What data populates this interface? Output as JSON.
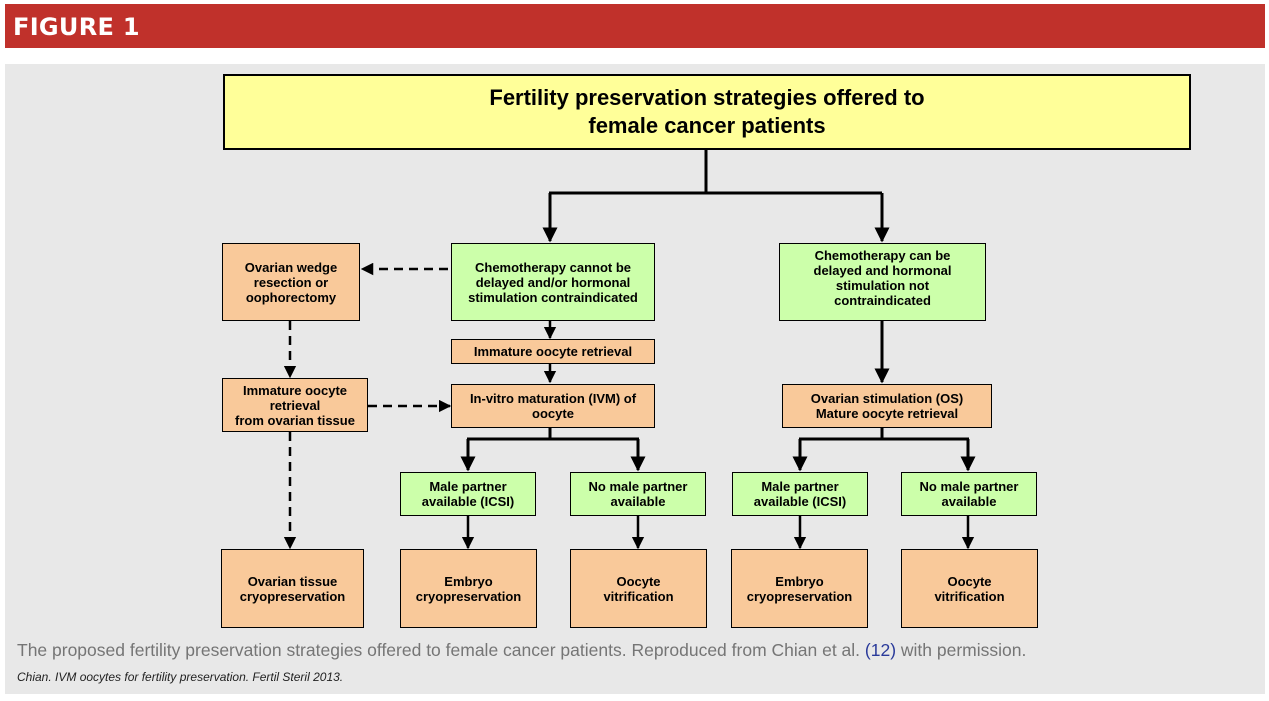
{
  "header": {
    "label": "FIGURE 1"
  },
  "nodes": {
    "title": "Fertility preservation strategies offered to\nfemale cancer patients",
    "chemo_cannot": "Chemotherapy cannot be\ndelayed and/or hormonal\nstimulation contraindicated",
    "chemo_can": "Chemotherapy can be\ndelayed and hormonal\nstimulation not\ncontraindicated",
    "ovarian_wedge": "Ovarian wedge\nresection or\noophorectomy",
    "immature_retrieval": "Immature oocyte retrieval",
    "immature_from_tissue": "Immature oocyte\nretrieval\nfrom ovarian tissue",
    "ivm": "In-vitro maturation (IVM) of\noocyte",
    "os": "Ovarian stimulation (OS)\nMature oocyte retrieval",
    "male_partner_left": "Male partner\navailable (ICSI)",
    "no_male_left": "No male partner\navailable",
    "male_partner_right": "Male partner\navailable (ICSI)",
    "no_male_right": "No male partner\navailable",
    "ovarian_tissue_cryo": "Ovarian tissue\ncryopreservation",
    "embryo_cryo_left": "Embryo\ncryopreservation",
    "oocyte_vitri_left": "Oocyte\nvitrification",
    "embryo_cryo_right": "Embryo\ncryopreservation",
    "oocyte_vitri_right": "Oocyte\nvitrification"
  },
  "caption": {
    "text_before": "The proposed fertility preservation strategies offered to female cancer patients. Reproduced from Chian et al. ",
    "ref": "(12)",
    "text_after": " with permission."
  },
  "citation": "Chian. IVM oocytes for fertility preservation. Fertil Steril 2013.",
  "colors": {
    "header": "#c0312b",
    "panel": "#e8e8e8",
    "title_box": "#ffff99",
    "green_box": "#ccffaa",
    "orange_box": "#f9c99a"
  }
}
